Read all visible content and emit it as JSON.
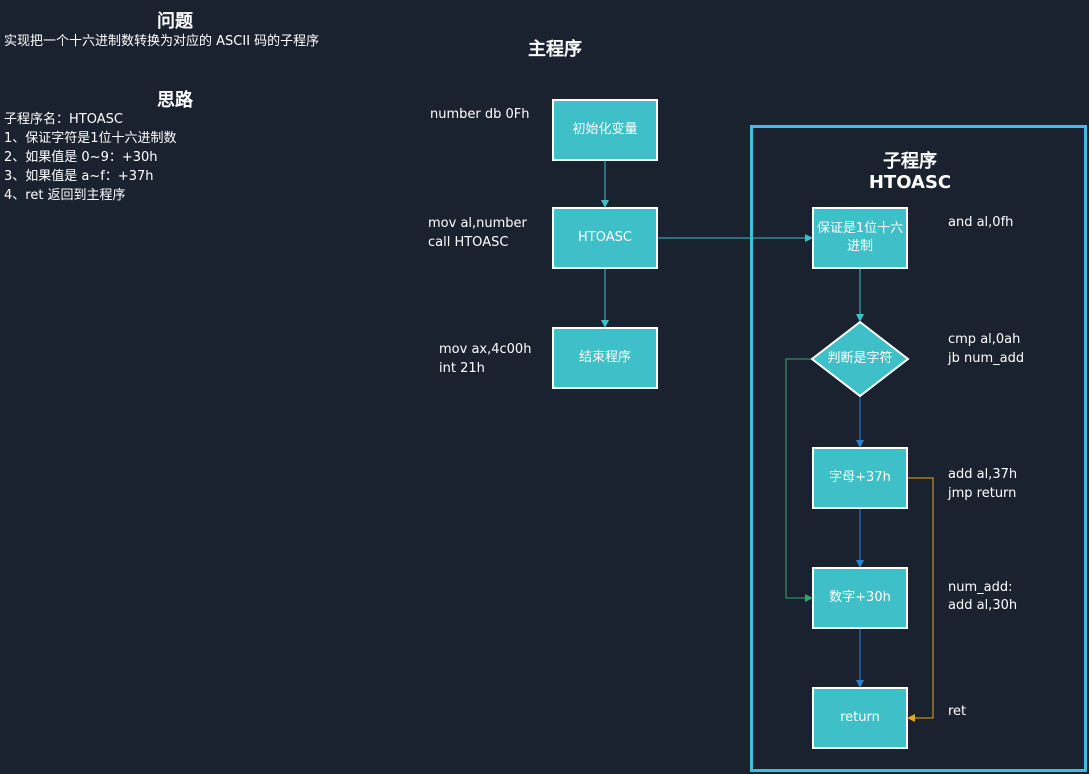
{
  "problem": {
    "title": "问题",
    "description": "实现把一个十六进制数转换为对应的 ASCII 码的子程序"
  },
  "approach": {
    "title": "思路",
    "lines": [
      "子程序名：HTOASC",
      "1、保证字符是1位十六进制数",
      "2、如果值是 0~9：+30h",
      "3、如果值是 a~f：+37h",
      "4、ret 返回到主程序"
    ]
  },
  "main_program": {
    "title": "主程序",
    "nodes": [
      {
        "label": "初始化变量",
        "code": [
          "number db 0Fh"
        ]
      },
      {
        "label": "HTOASC",
        "code": [
          "mov al,number",
          "call HTOASC"
        ]
      },
      {
        "label": "结束程序",
        "code": [
          "mov ax,4c00h",
          "int 21h"
        ]
      }
    ]
  },
  "subroutine": {
    "title_line1": "子程序",
    "title_line2": "HTOASC",
    "nodes": [
      {
        "label": "保证是1位十六进制",
        "code": [
          "and al,0fh"
        ]
      },
      {
        "label": "判断是字符",
        "code": [
          "cmp al,0ah",
          "jb num_add"
        ]
      },
      {
        "label": "字母+37h",
        "code": [
          "add al,37h",
          "jmp return"
        ]
      },
      {
        "label": "数字+30h",
        "code": [
          "num_add:",
          "add al,30h"
        ]
      },
      {
        "label": "return",
        "code": [
          "ret"
        ]
      }
    ]
  },
  "colors": {
    "background": "#1a2230",
    "node_fill": "#3fbfc7",
    "node_border": "#ffffff",
    "frame_border": "#3fbfe0",
    "arrow_main": "#3fbfc7",
    "arrow_sub": "#2a7fd0",
    "arrow_branch_green": "#2ea86a",
    "arrow_branch_yellow": "#e5a51c"
  }
}
